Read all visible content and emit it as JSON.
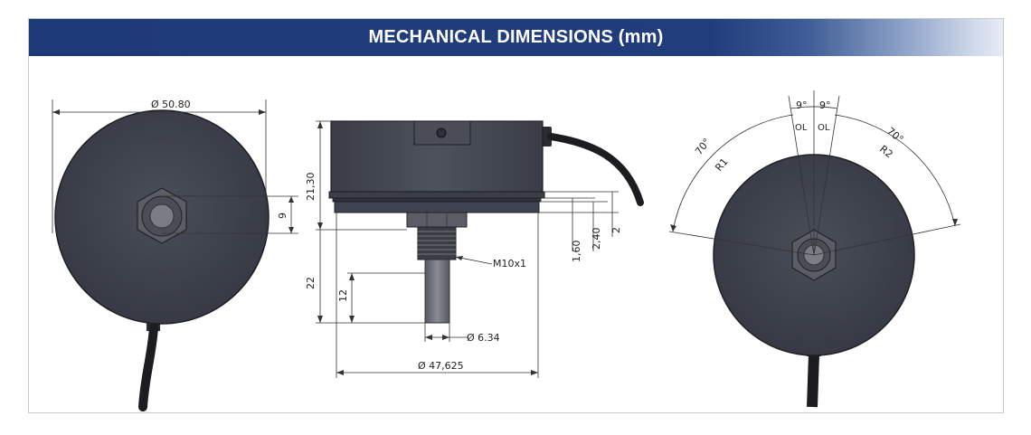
{
  "title": "MECHANICAL DIMENSIONS (mm)",
  "colors": {
    "banner": "#213d7c",
    "body": "#3f434f",
    "body_dark": "#2e313a",
    "cable": "#1c1d21",
    "nut": "#5a5d66",
    "shaft": "#6e7079",
    "line": "#333333"
  },
  "front_view": {
    "diameter_label": "Ø 50.80",
    "offset_label": "9"
  },
  "side_view": {
    "height_label": "21,30",
    "depth_label": "22",
    "shaft_length_label": "12",
    "thread_label": "M10x1",
    "shaft_diameter_label": "Ø 6.34",
    "base_diameter_label": "Ø 47,625",
    "dim_1_60": "1,60",
    "dim_2_40": "2,40",
    "dim_2": "2"
  },
  "rear_view": {
    "angle_left_label": "9°",
    "angle_right_label": "9°",
    "ol_left_label": "OL",
    "ol_right_label": "OL",
    "arc_left_label": "70°",
    "arc_right_label": "70°",
    "r1_label": "R1",
    "r2_label": "R2"
  }
}
